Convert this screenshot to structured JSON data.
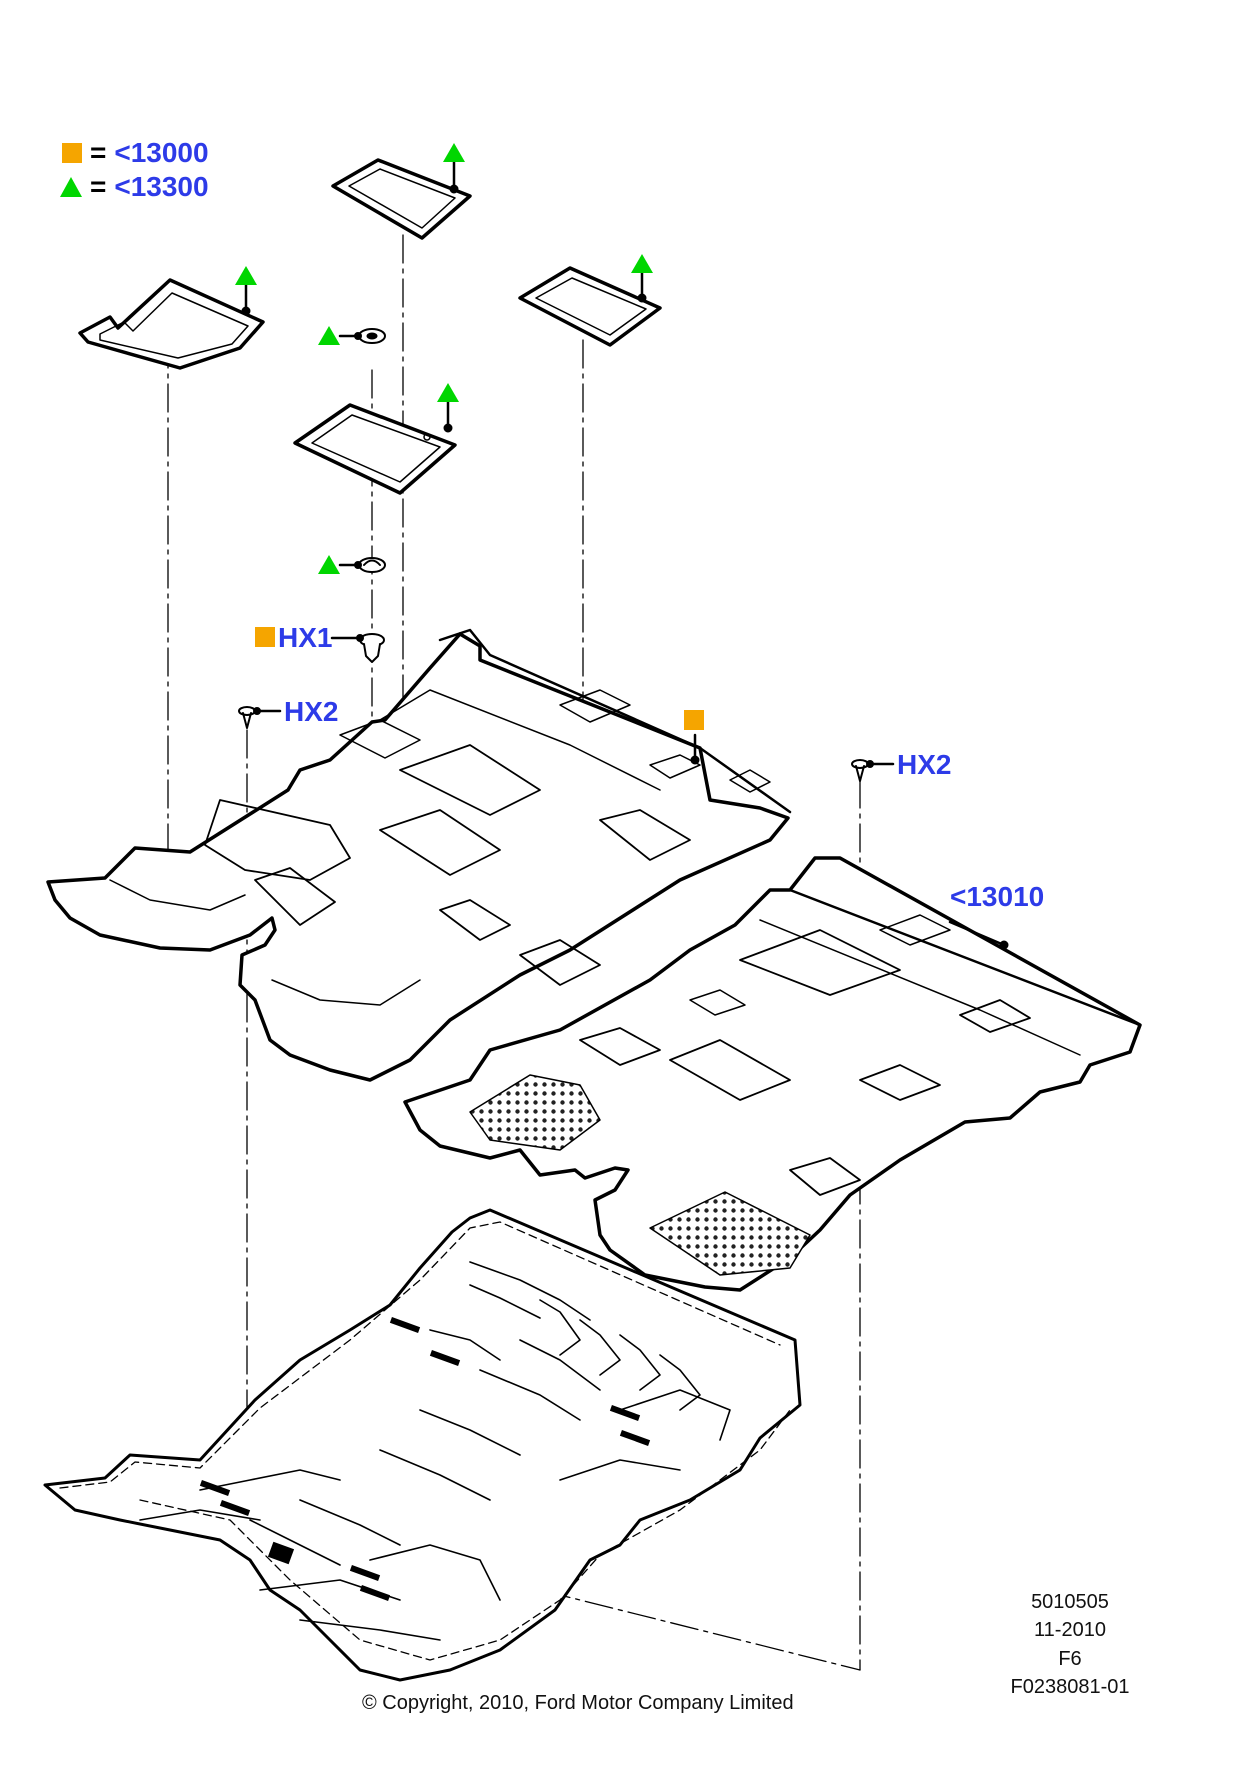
{
  "legend": [
    {
      "symbol": "square-icon",
      "color": "#f5a500",
      "eq": "=",
      "code": "<13000"
    },
    {
      "symbol": "triangle-icon",
      "color": "#00d600",
      "eq": "=",
      "code": "<13300"
    }
  ],
  "callouts": {
    "hx1": "HX1",
    "hx2_left": "HX2",
    "hx2_right": "HX2",
    "code_13010": "<13010"
  },
  "meta": {
    "line1": "5010505",
    "line2": "11-2010",
    "line3": "F6",
    "line4": "F0238081-01"
  },
  "copyright": "© Copyright, 2010, Ford Motor Company Limited",
  "colors": {
    "label_blue": "#2d3be8",
    "marker_orange": "#f5a500",
    "marker_green": "#00d600"
  }
}
